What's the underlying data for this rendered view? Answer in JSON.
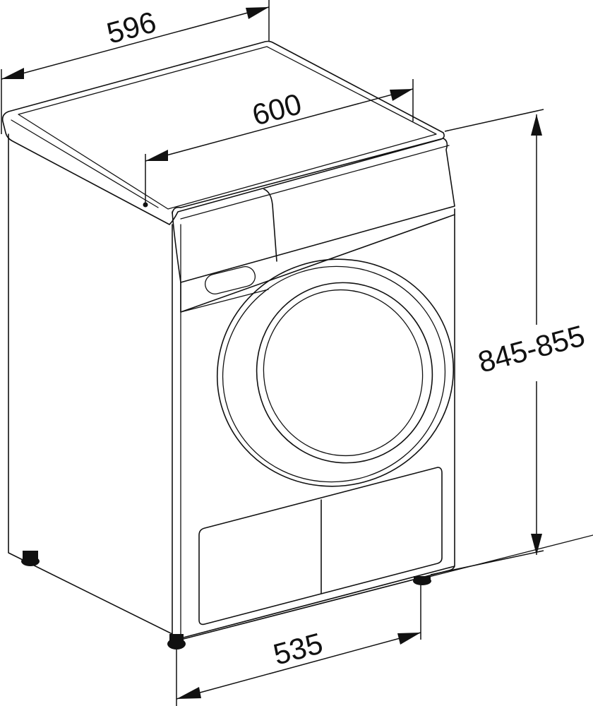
{
  "diagram": {
    "subject": "front-loading appliance (washing machine / dryer) dimension drawing",
    "line_color": "#111111",
    "background": "#ffffff",
    "units": "mm",
    "dimensions": {
      "width_top": {
        "label": "596",
        "meaning": "overall width"
      },
      "depth": {
        "label": "600",
        "meaning": "depth"
      },
      "height": {
        "label": "845-855",
        "meaning": "height (adjustable feet)"
      },
      "foot_span": {
        "label": "535",
        "meaning": "distance between feet (depth)"
      }
    },
    "components": [
      "top-panel",
      "control-panel",
      "detergent-drawer-handle",
      "door-porthole",
      "door-glass",
      "plinth-panels",
      "adjustable-feet"
    ]
  }
}
